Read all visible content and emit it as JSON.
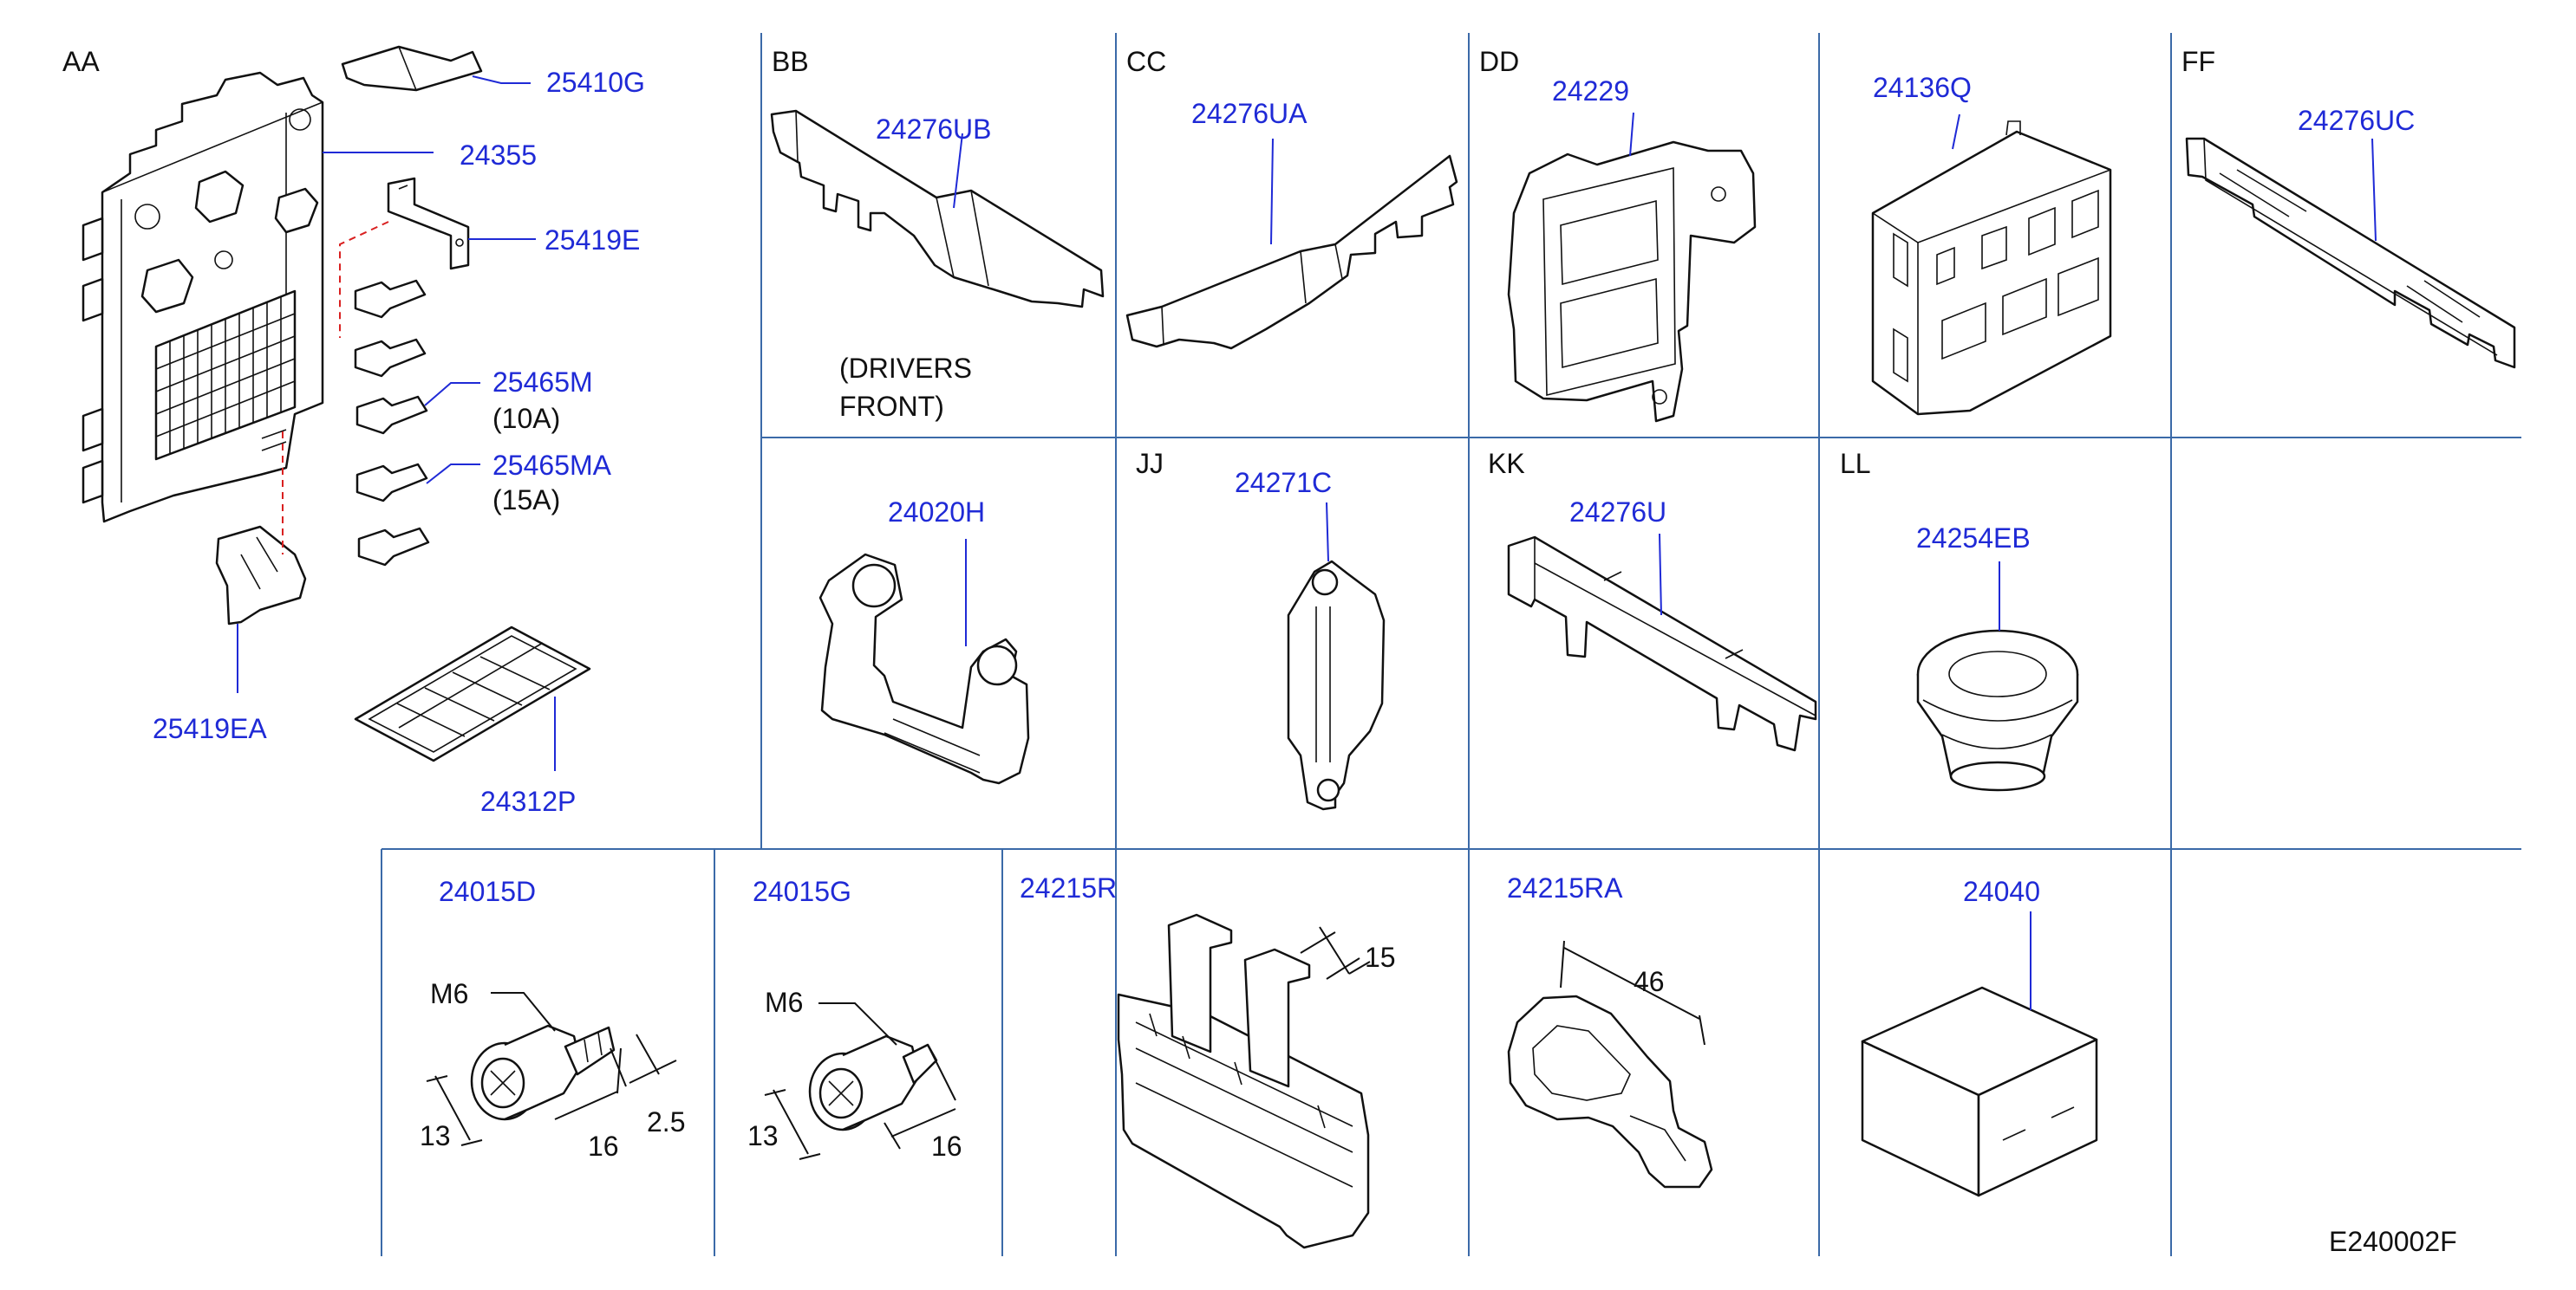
{
  "diagram_id": "E240002F",
  "sections": {
    "aa": "AA",
    "bb": "BB",
    "cc": "CC",
    "dd": "DD",
    "ff": "FF",
    "jj": "JJ",
    "kk": "KK",
    "ll": "LL"
  },
  "parts": {
    "p25410g": "25410G",
    "p24355": "24355",
    "p25419e": "25419E",
    "p25465m": "25465M",
    "p25465m_rating": "(10A)",
    "p25465ma": "25465MA",
    "p25465ma_rating": "(15A)",
    "p25419ea": "25419EA",
    "p24312p": "24312P",
    "p24276ub": "24276UB",
    "bb_note_1": "(DRIVERS",
    "bb_note_2": "FRONT)",
    "p24276ua": "24276UA",
    "p24229": "24229",
    "p24136q": "24136Q",
    "p24276uc": "24276UC",
    "p24020h": "24020H",
    "p24271c": "24271C",
    "p24276u": "24276U",
    "p24254eb": "24254EB",
    "p24015d": "24015D",
    "p24015g": "24015G",
    "p24215r": "24215R",
    "p24215ra": "24215RA",
    "p24040": "24040"
  },
  "dimensions": {
    "d_24015d_thread": "M6",
    "d_24015d_head": "13",
    "d_24015d_len": "16",
    "d_24015d_shank": "2.5",
    "d_24015g_thread": "M6",
    "d_24015g_head": "13",
    "d_24015g_len": "16",
    "d_24215r_width": "15",
    "d_24215ra_width": "46"
  },
  "colors": {
    "part_number": "#1f2ad6",
    "grid_line": "#3b6aa8",
    "dashed_connector": "#d92020"
  }
}
